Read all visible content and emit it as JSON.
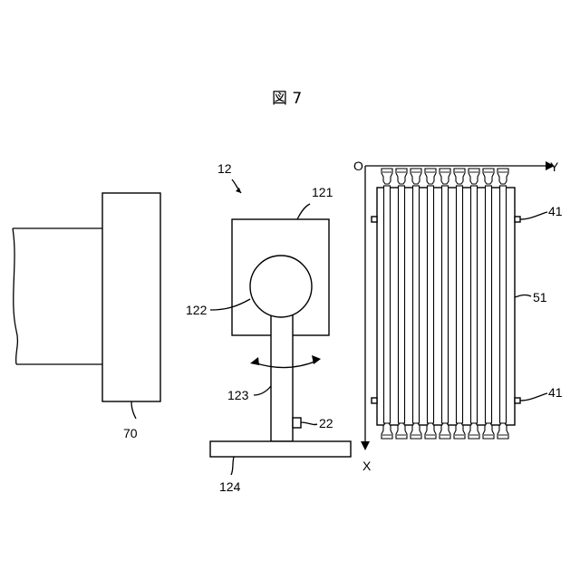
{
  "figure": {
    "title": "図 7",
    "labels": {
      "device_ref": "12",
      "box_upper": "121",
      "sphere": "122",
      "arm": "123",
      "base": "124",
      "sensor": "22",
      "wall_block": "70",
      "rack": "51",
      "tag_upper": "41",
      "tag_lower": "41",
      "origin": "O",
      "axis_y": "Y",
      "axis_x": "X"
    }
  }
}
